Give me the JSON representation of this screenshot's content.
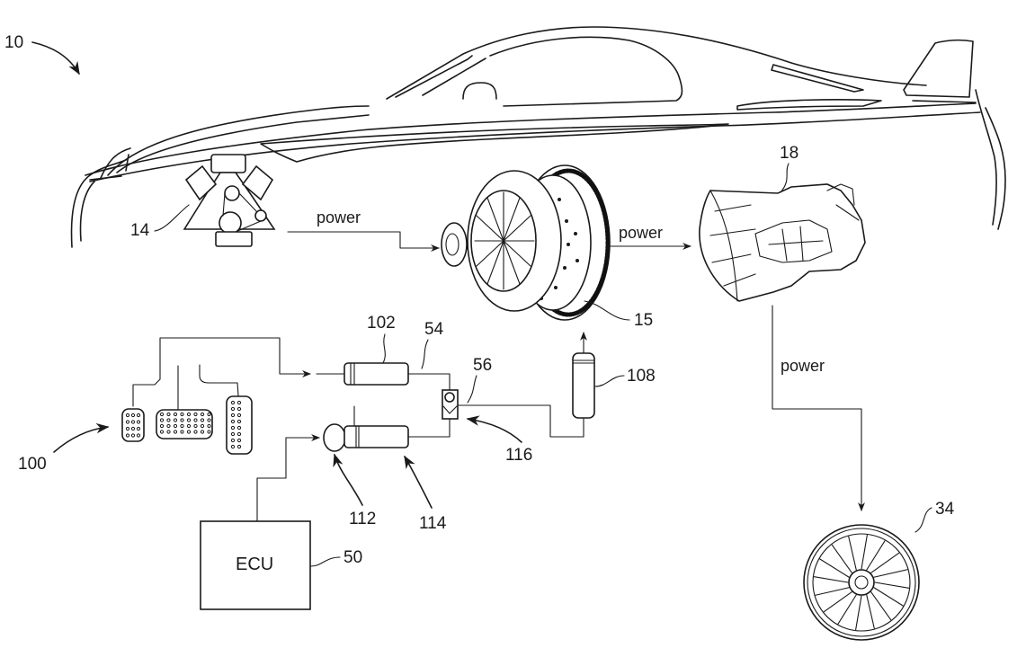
{
  "figure": {
    "title": "Vehicle clutch actuation system schematic",
    "style": "patent line drawing",
    "line_color": "#1a1a1a",
    "background": "#ffffff"
  },
  "refs": {
    "vehicle": "10",
    "engine": "14",
    "clutch": "15",
    "transmission": "18",
    "wheel": "34",
    "ecu": "50",
    "line_54": "54",
    "line_56": "56",
    "pedal_assembly": "100",
    "master_cylinder": "102",
    "slave_cylinder": "108",
    "motor": "112",
    "actuator_cylinder": "114",
    "valve": "116"
  },
  "labels": {
    "power_engine_to_clutch": "power",
    "power_clutch_to_transmission": "power",
    "power_transmission_to_wheel": "power",
    "ecu_box": "ECU"
  },
  "flows": [
    {
      "from": "engine",
      "to": "clutch",
      "label": "power"
    },
    {
      "from": "clutch",
      "to": "transmission",
      "label": "power"
    },
    {
      "from": "transmission",
      "to": "wheel",
      "label": "power"
    },
    {
      "from": "pedal_assembly",
      "to": "master_cylinder"
    },
    {
      "from": "ecu",
      "to": "motor"
    },
    {
      "from": "master_cylinder",
      "to": "valve",
      "via": "54"
    },
    {
      "from": "actuator_cylinder",
      "to": "valve"
    },
    {
      "from": "valve",
      "to": "slave_cylinder",
      "via": "56"
    },
    {
      "from": "slave_cylinder",
      "to": "clutch"
    }
  ]
}
